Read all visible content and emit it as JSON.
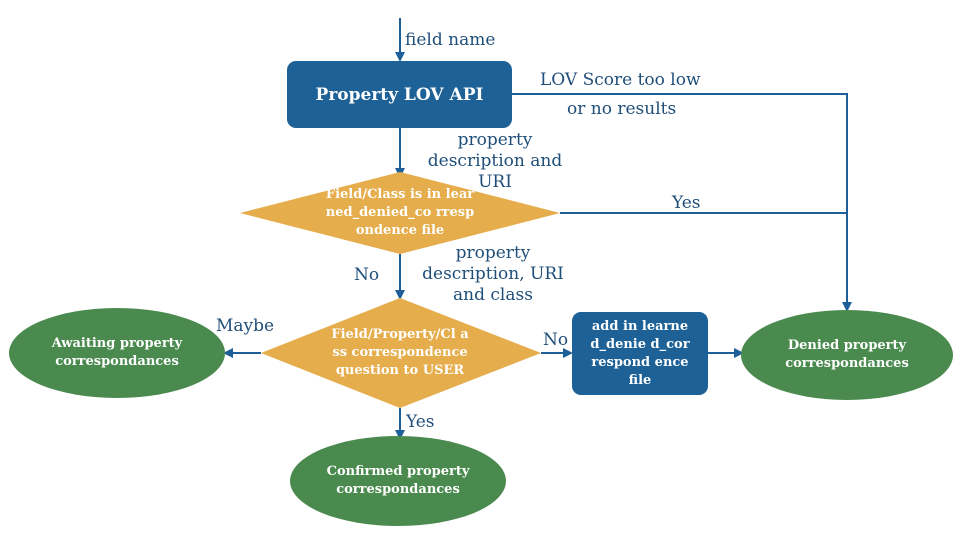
{
  "colors": {
    "arrow": "#1f5f99",
    "process": "#1e6196",
    "decision": "#e5ad4b",
    "terminal": "#4a8a4e",
    "label_text": "#1f4e79"
  },
  "nodes": {
    "lov_api": {
      "text": "Property LOV API"
    },
    "denied_check": {
      "text": "Field/Class is in learned_denied_co rrespondence file"
    },
    "user_question": {
      "text": "Field/Property/Cl ass correspondence question to USER"
    },
    "add_denied": {
      "text": "add in learned_denie d_correspond ence file"
    },
    "awaiting": {
      "text": "Awaiting property correspondances"
    },
    "confirmed": {
      "text": "Confirmed property correspondances"
    },
    "denied": {
      "text": "Denied property correspondances"
    }
  },
  "edge_labels": {
    "field_name": "field name",
    "lov_score": "LOV Score too low",
    "no_results": "or no results",
    "prop_desc_uri": "property description and URI",
    "yes_top": "Yes",
    "no_left": "No",
    "prop_desc_uri_class": "property description, URI and class",
    "maybe": "Maybe",
    "no_right": "No",
    "yes_bottom": "Yes"
  }
}
